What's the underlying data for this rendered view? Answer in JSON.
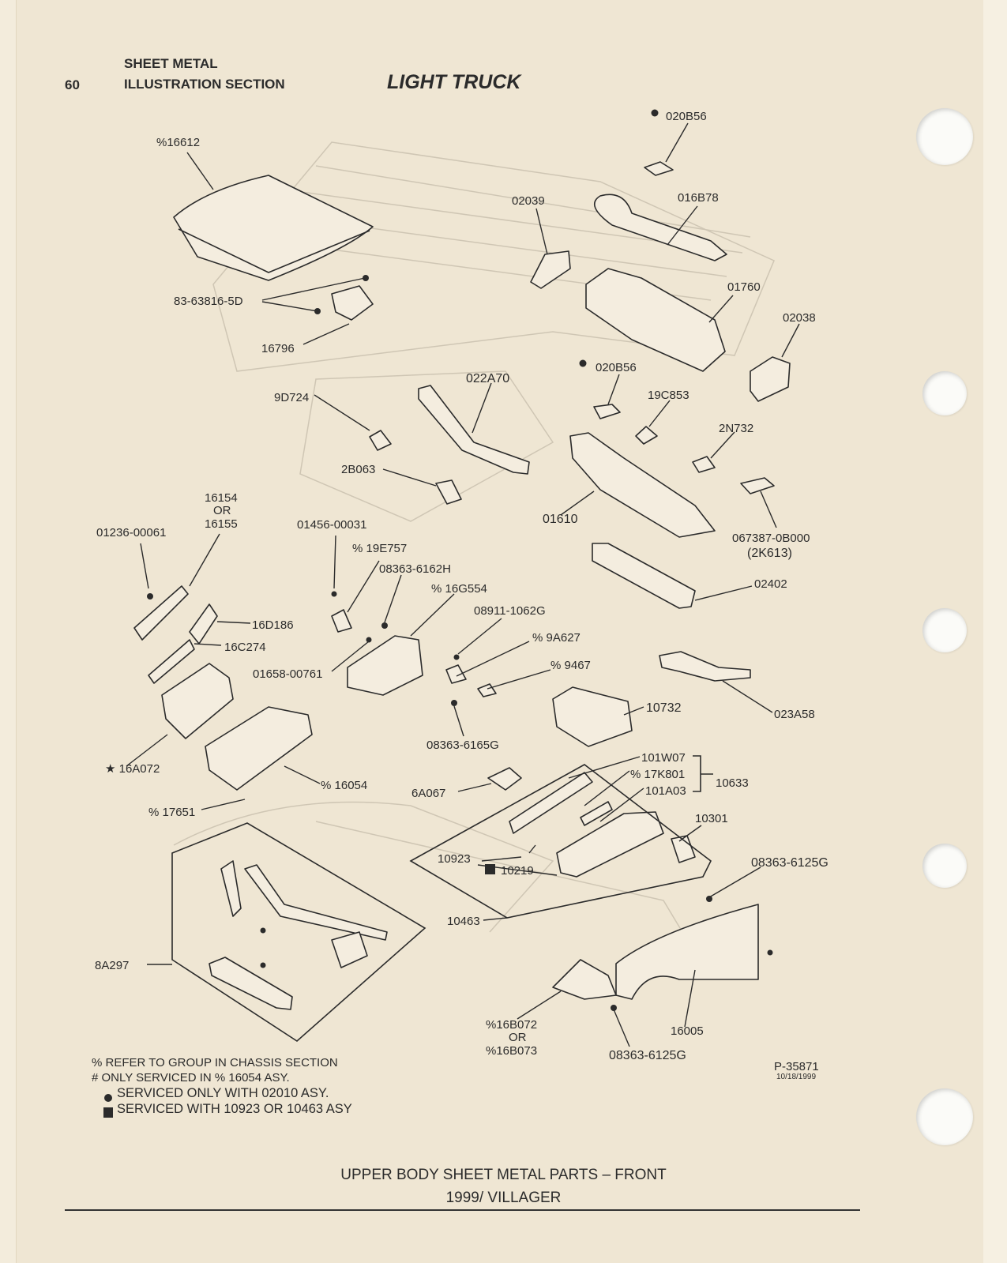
{
  "header": {
    "page_number": "60",
    "section_line1": "SHEET METAL",
    "section_line2": "ILLUSTRATION SECTION",
    "title": "LIGHT TRUCK"
  },
  "parts": {
    "p16612": "%16612",
    "p020B56_a": "020B56",
    "p02039": "02039",
    "p016B78": "016B78",
    "p83_63816": "83-63816-5D",
    "p01760": "01760",
    "p02038": "02038",
    "p16796": "16796",
    "p020B56_b": "020B56",
    "p022A70": "022A70",
    "p9D724": "9D724",
    "p19C853": "19C853",
    "p2N732": "2N732",
    "p2B063": "2B063",
    "p16154": "16154",
    "p16154_or": "OR",
    "p16155": "16155",
    "p01236": "01236-00061",
    "p01456": "01456-00031",
    "p01610": "01610",
    "p067387": "067387-0B000",
    "p2K613": "(2K613)",
    "p19E757": "% 19E757",
    "p08363_6162H": "08363-6162H",
    "p16G554": "% 16G554",
    "p02402": "02402",
    "p08911": "08911-1062G",
    "p16D186": "16D186",
    "p9A627": "% 9A627",
    "p16C274": "16C274",
    "p9467": "% 9467",
    "p01658": "01658-00761",
    "p10732": "10732",
    "p023A58": "023A58",
    "p08363_6165G": "08363-6165G",
    "p101W07": "101W07",
    "p17K801": "% 17K801",
    "p10633": "10633",
    "p101A03": "101A03",
    "p16A072": "★ 16A072",
    "p16054": "% 16054",
    "p6A067": "6A067",
    "p17651": "% 17651",
    "p10301": "10301",
    "p10923": "10923",
    "p10219": "10219",
    "p08363_6125G_a": "08363-6125G",
    "p10463": "10463",
    "p8A297": "8A297",
    "p16B072": "%16B072",
    "p16B07x_or": "OR",
    "p16B073": "%16B073",
    "p16005": "16005",
    "p08363_6125G_b": "08363-6125G"
  },
  "notes": {
    "n1": "% REFER TO GROUP IN CHASSIS SECTION",
    "n2": "# ONLY SERVICED IN % 16054 ASY.",
    "n3": "SERVICED ONLY WITH 02010 ASY.",
    "n4": "SERVICED WITH 10923 OR 10463 ASY"
  },
  "illustration": {
    "number": "P-35871",
    "date": "10/18/1999"
  },
  "footer": {
    "title": "UPPER BODY SHEET METAL PARTS – FRONT",
    "model": "1999/ VILLAGER"
  }
}
